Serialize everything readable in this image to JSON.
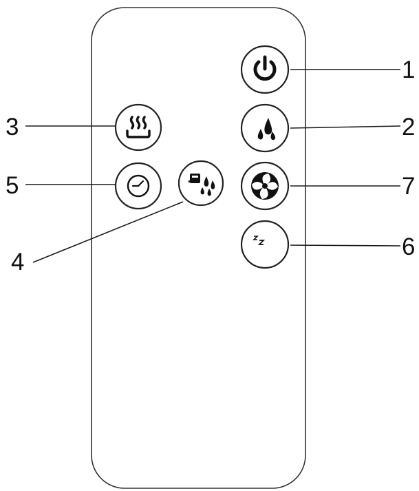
{
  "remote": {
    "body_color": "#ffffff",
    "outline_color": "#333333",
    "buttons": [
      {
        "id": "power",
        "icon": "power-icon",
        "callout": "1"
      },
      {
        "id": "humidity-drops",
        "icon": "water-drops-icon",
        "callout": "2"
      },
      {
        "id": "heat",
        "icon": "heat-waves-icon",
        "callout": "3"
      },
      {
        "id": "tank-drops",
        "icon": "tank-drops-icon",
        "callout": "4"
      },
      {
        "id": "timer",
        "icon": "clock-icon",
        "callout": "5"
      },
      {
        "id": "sleep",
        "icon": "sleep-moon-icon",
        "callout": "6"
      },
      {
        "id": "fan",
        "icon": "fan-icon",
        "callout": "7"
      }
    ]
  }
}
